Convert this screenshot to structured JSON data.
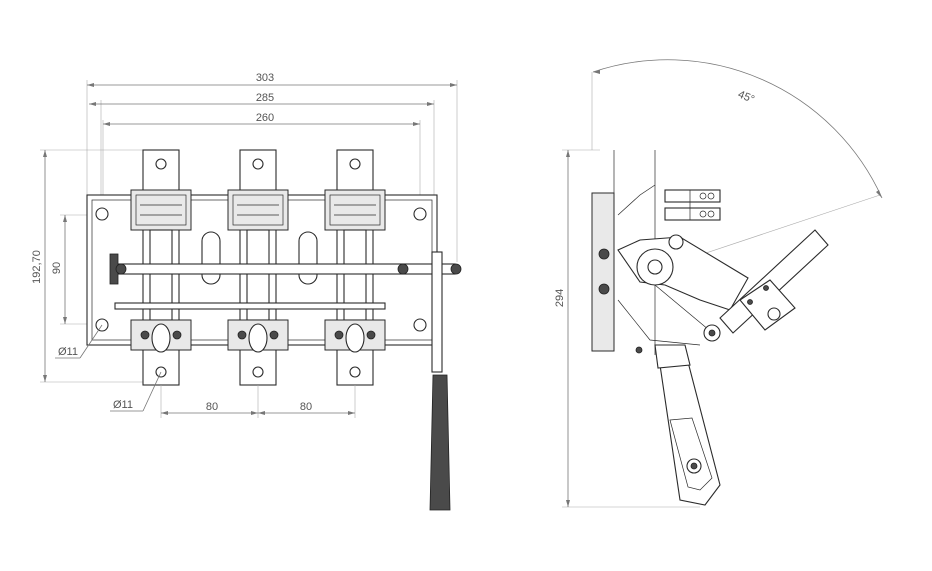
{
  "front_view": {
    "dimensions": {
      "overall_width": "303",
      "mounting_width": "285",
      "pole_width": "260",
      "overall_height": "192,70",
      "hole_spacing_vertical": "90",
      "pole_pitch_1": "80",
      "pole_pitch_2": "80"
    },
    "holes": {
      "frame_hole": "Ø11",
      "terminal_hole": "Ø11"
    }
  },
  "side_view": {
    "dimensions": {
      "handle_height": "294",
      "rotation_angle": "45°"
    }
  },
  "colors": {
    "line": "#2b2b2b",
    "dimension": "#777777",
    "fill": "#e9e9e9",
    "handle": "#4a4a4a"
  }
}
